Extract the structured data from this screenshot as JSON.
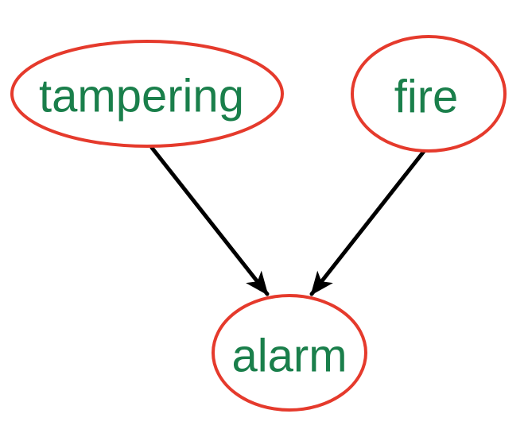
{
  "colors": {
    "node_border": "#e53a2c",
    "node_text": "#1a7f4b",
    "edge": "#000000"
  },
  "nodes": [
    {
      "id": "tampering",
      "label": "tampering"
    },
    {
      "id": "fire",
      "label": "fire"
    },
    {
      "id": "alarm",
      "label": "alarm"
    }
  ],
  "edges": [
    {
      "from": "tampering",
      "to": "alarm"
    },
    {
      "from": "fire",
      "to": "alarm"
    }
  ]
}
